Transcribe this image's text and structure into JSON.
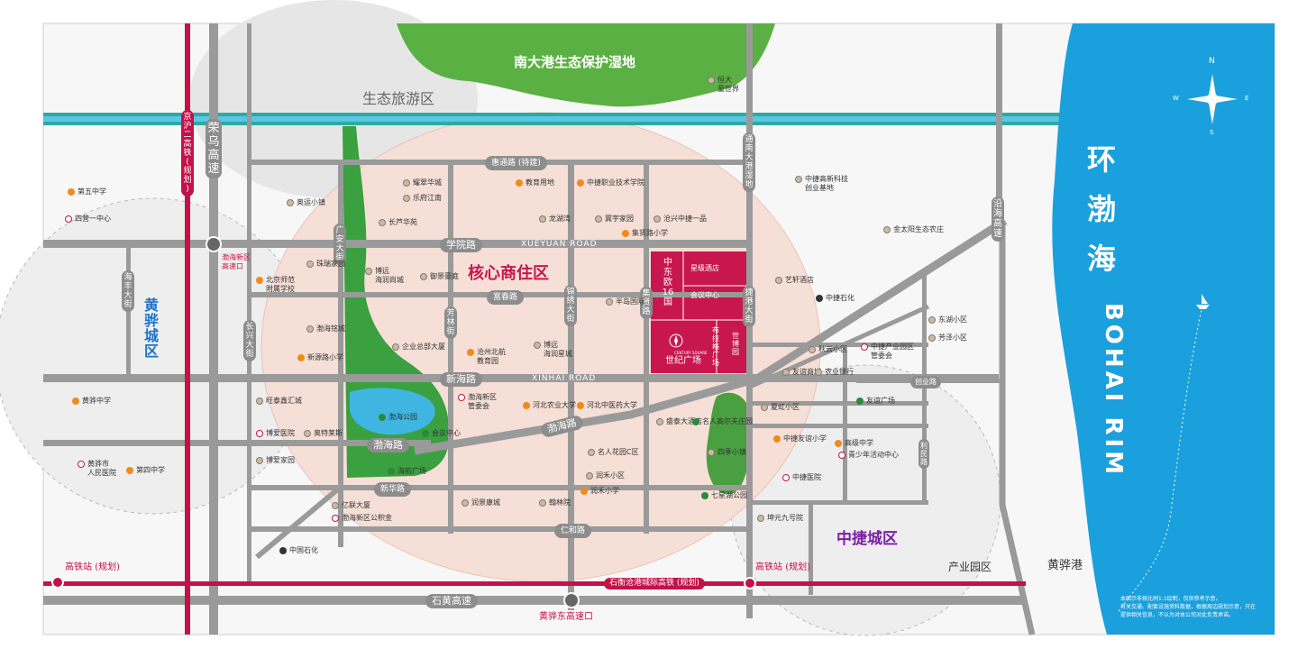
{
  "colors": {
    "sea": "#1aa0dc",
    "river": "#2fa9a0",
    "greenbelt": "#3aa040",
    "road": "#9a9a9a",
    "rail": "#c4114a",
    "core": "#f6dfd6",
    "project": "#c8174f",
    "zone_blue": "#1a73c8",
    "zone_purple": "#7b1fa2"
  },
  "sea": {
    "title_cn": [
      "环",
      "渤",
      "海"
    ],
    "title_en": "BOHAI RIM",
    "compass": {
      "n": "N",
      "s": "S",
      "e": "E",
      "w": "W"
    },
    "notes": [
      "本图示非按比例1:1绘制，仅供参考示意。",
      "有关交通、配套设施资料数据，根据周边规划示意，只在",
      "提供相关信息，不以为对本公司对此负责承诺。"
    ]
  },
  "zones": {
    "wetland": "南大港生态保护湿地",
    "eco_tourism": "生态旅游区",
    "core": "核心商住区",
    "huanghua_city": [
      "黄",
      "骅",
      "城",
      "区"
    ],
    "zhongjie": "中捷城区",
    "industrial": "产业园区",
    "port": "黄骅港"
  },
  "roads": {
    "xueyuan": "学院路",
    "xueyuan_en": "XUEYUAN ROAD",
    "xinhai": "新海路",
    "xinhai_en": "XINHAI ROAD",
    "bohai": "渤海路",
    "bohai2": "渤海路",
    "fuchun": "富春路",
    "huitong": "惠通路 (待建)",
    "xinhua": "新华路",
    "renhe": "仁和路",
    "shihuang": "石黄高速",
    "chuangye": "创业路",
    "rongwu": [
      "荣",
      "乌",
      "高",
      "速"
    ],
    "jinghu": [
      "京",
      "沪",
      "二",
      "高",
      "铁",
      "(",
      "规",
      "划",
      ")"
    ],
    "guangan": [
      "广",
      "安",
      "大",
      "街"
    ],
    "haifeng": [
      "海",
      "丰",
      "大",
      "街"
    ],
    "changxing": [
      "长",
      "兴",
      "大",
      "街"
    ],
    "fanglin": [
      "芳",
      "林",
      "街"
    ],
    "jinxiu": [
      "锦",
      "绣",
      "大",
      "街"
    ],
    "jixian": [
      "集",
      "贤",
      "路"
    ],
    "jiegang": [
      "捷",
      "港",
      "大",
      "街"
    ],
    "tongnan": [
      "通",
      "南",
      "大",
      "港",
      "湿",
      "地"
    ],
    "yanhai": [
      "沿",
      "海",
      "高",
      "速"
    ],
    "limin": [
      "利",
      "民",
      "路"
    ],
    "rail_line": "石衡沧港城际高铁 (规划)",
    "station_w": "高铁站 (规划)",
    "station_e": "高铁站 (规划)",
    "exit_w": "渤海新区\n高速口",
    "exit_s": "黄骅东高速口"
  },
  "project": {
    "name1": [
      "中",
      "东",
      "欧",
      "16",
      "国"
    ],
    "hotel": "星级酒店",
    "meeting": "会议中心",
    "bulage": [
      "布",
      "拉",
      "格",
      "广",
      "场"
    ],
    "shibo": [
      "世",
      "博",
      "园"
    ],
    "logo_en": "CENTURY SQUARE",
    "logo_cn": "世纪广场"
  },
  "pois": [
    {
      "t": "第五中学",
      "k": "school"
    },
    {
      "t": "四营一中心",
      "k": "gov"
    },
    {
      "t": "奥运小镇",
      "k": "res"
    },
    {
      "t": "耀翠华城",
      "k": "res"
    },
    {
      "t": "乐府江南",
      "k": "res"
    },
    {
      "t": "长芦华苑",
      "k": "res"
    },
    {
      "t": "教育用地",
      "k": "school"
    },
    {
      "t": "中捷职业技术学院",
      "k": "school"
    },
    {
      "t": "龙湖湾",
      "k": "res"
    },
    {
      "t": "冀宇家园",
      "k": "res"
    },
    {
      "t": "集贤路小学",
      "k": "school"
    },
    {
      "t": "沧兴中捷一品",
      "k": "res"
    },
    {
      "t": "中捷高新科技\n创业基地",
      "k": "res"
    },
    {
      "t": "金太阳生态农庄",
      "k": "res"
    },
    {
      "t": "珠瑞家园",
      "k": "res"
    },
    {
      "t": "北京师范\n附属学校",
      "k": "school"
    },
    {
      "t": "博远\n海润尚城",
      "k": "res"
    },
    {
      "t": "御景豪庭",
      "k": "res"
    },
    {
      "t": "半岛国际",
      "k": "res"
    },
    {
      "t": "艺轩酒店",
      "k": "res"
    },
    {
      "t": "中捷石化",
      "k": "gas"
    },
    {
      "t": "渤海铭城",
      "k": "res"
    },
    {
      "t": "新源路小学",
      "k": "school"
    },
    {
      "t": "企业总部大厦",
      "k": "res"
    },
    {
      "t": "沧州北航\n教育园",
      "k": "school"
    },
    {
      "t": "博远\n海润星城",
      "k": "res"
    },
    {
      "t": "秋云小区",
      "k": "res"
    },
    {
      "t": "中捷产业园区\n管委会",
      "k": "gov"
    },
    {
      "t": "东湖小区",
      "k": "res"
    },
    {
      "t": "芳泽小区",
      "k": "res"
    },
    {
      "t": "友谊商城",
      "k": "res"
    },
    {
      "t": "农业银行",
      "k": "res"
    },
    {
      "t": "黄骅中学",
      "k": "school"
    },
    {
      "t": "旺泰鑫汇城",
      "k": "res"
    },
    {
      "t": "渤海新区\n管委会",
      "k": "gov"
    },
    {
      "t": "河北农业大学",
      "k": "school"
    },
    {
      "t": "河北中医药大学",
      "k": "school"
    },
    {
      "t": "盛泰大酒店",
      "k": "res"
    },
    {
      "t": "名人高尔夫庄园",
      "k": "park"
    },
    {
      "t": "夏虹小区",
      "k": "res"
    },
    {
      "t": "友谊广场",
      "k": "park"
    },
    {
      "t": "渤海公园",
      "k": "park"
    },
    {
      "t": "会议中心",
      "k": "park"
    },
    {
      "t": "博爱医院",
      "k": "hosp"
    },
    {
      "t": "奥特莱斯",
      "k": "res"
    },
    {
      "t": "黄骅市\n人民医院",
      "k": "hosp"
    },
    {
      "t": "第四中学",
      "k": "school"
    },
    {
      "t": "博爱家园",
      "k": "res"
    },
    {
      "t": "海韵广场",
      "k": "park"
    },
    {
      "t": "名人花园C区",
      "k": "res"
    },
    {
      "t": "中捷友谊小学",
      "k": "school"
    },
    {
      "t": "高级中学",
      "k": "school"
    },
    {
      "t": "青少年活动中心",
      "k": "gov"
    },
    {
      "t": "四季小镇",
      "k": "res"
    },
    {
      "t": "润禾小区",
      "k": "res"
    },
    {
      "t": "润禾小学",
      "k": "school"
    },
    {
      "t": "中捷医院",
      "k": "hosp"
    },
    {
      "t": "亿联大厦",
      "k": "res"
    },
    {
      "t": "渤海新区公积金",
      "k": "gov"
    },
    {
      "t": "润景康城",
      "k": "res"
    },
    {
      "t": "翰林院",
      "k": "res"
    },
    {
      "t": "七星湖公园",
      "k": "park"
    },
    {
      "t": "坤元九号院",
      "k": "res"
    },
    {
      "t": "中国石化",
      "k": "gas"
    },
    {
      "t": "恒大\n童世界",
      "k": "res"
    }
  ]
}
